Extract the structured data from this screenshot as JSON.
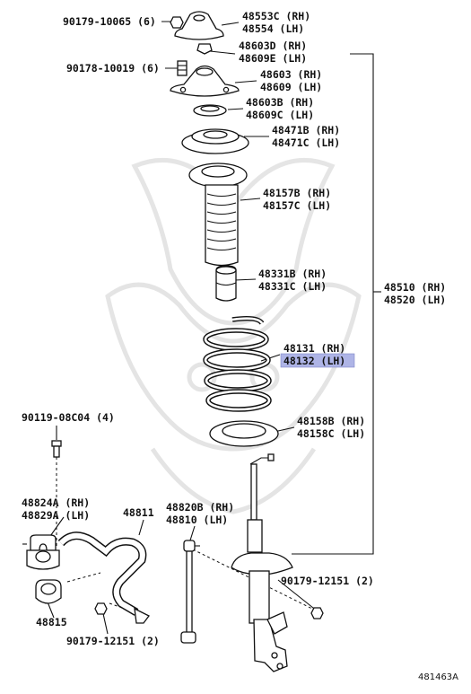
{
  "diagram_id": "481463A",
  "highlight_color": "#aeb4e6",
  "labels": {
    "l01": "90179-10065 (6)",
    "l02a": "48553C (RH)",
    "l02b": "48554 (LH)",
    "l03a": "48603D (RH)",
    "l03b": "48609E (LH)",
    "l04": "90178-10019 (6)",
    "l05a": "48603 (RH)",
    "l05b": "48609 (LH)",
    "l06a": "48603B (RH)",
    "l06b": "48609C (LH)",
    "l07a": "48471B (RH)",
    "l07b": "48471C (LH)",
    "l08a": "48157B (RH)",
    "l08b": "48157C (LH)",
    "l09a": "48331B (RH)",
    "l09b": "48331C (LH)",
    "l10a": "48510 (RH)",
    "l10b": "48520 (LH)",
    "l11a": "48131 (RH)",
    "l11b": "48132 (LH)",
    "l12": "90119-08C04 (4)",
    "l13a": "48158B (RH)",
    "l13b": "48158C (LH)",
    "l14a": "48824A (RH)",
    "l14b": "48829A (LH)",
    "l15": "48811",
    "l16a": "48820B (RH)",
    "l16b": "48810 (LH)",
    "l17": "90179-12151 (2)",
    "l18": "48815",
    "l19": "90179-12151 (2)"
  }
}
